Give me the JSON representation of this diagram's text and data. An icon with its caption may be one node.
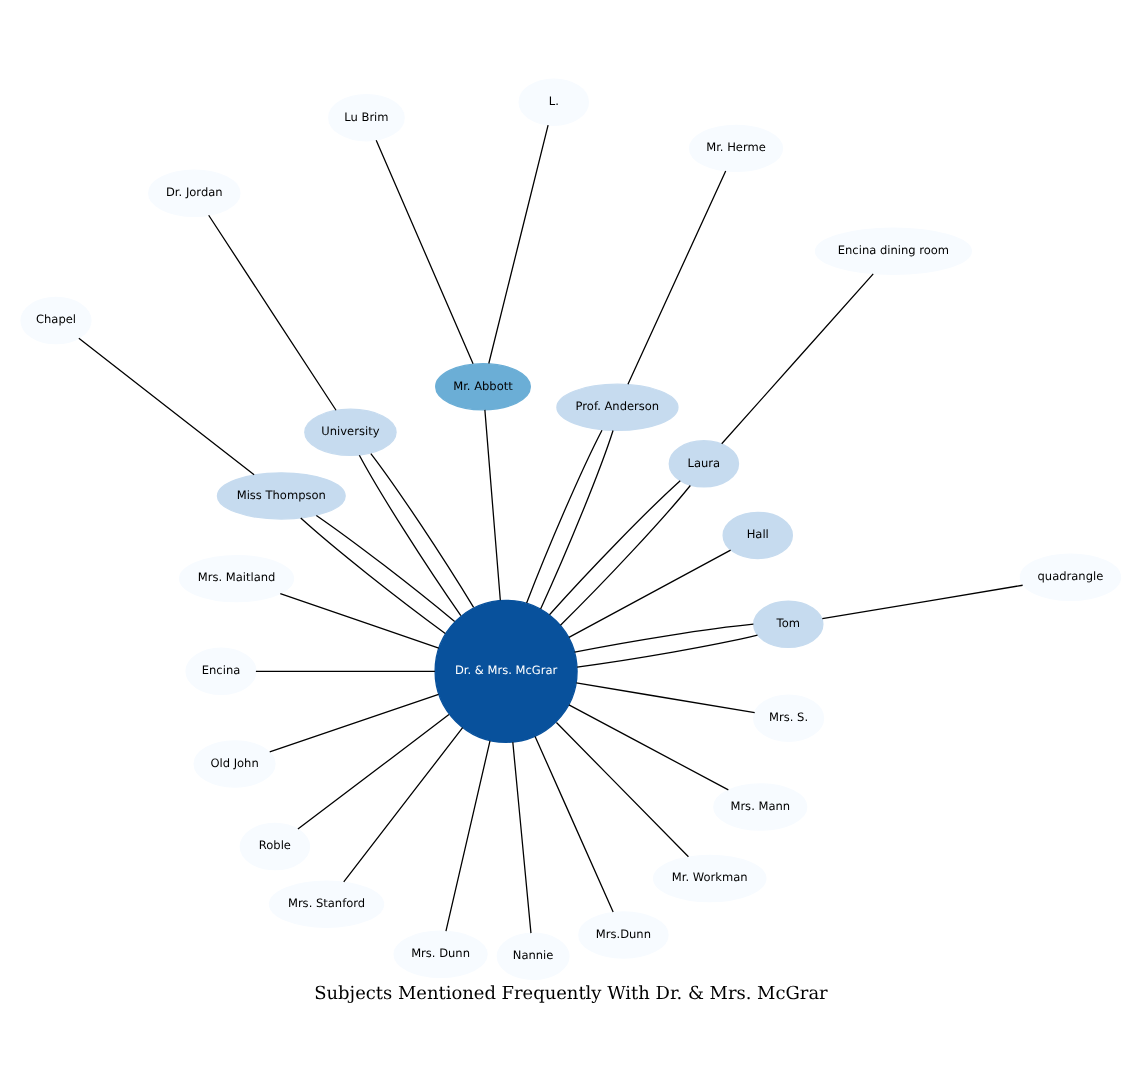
{
  "diagram": {
    "title": "Subjects Mentioned Frequently With Dr. & Mrs. McGrar",
    "nodes": [
      {
        "text": [
          "Dr. & Mrs. McGrar"
        ]
      },
      {
        "text": [
          "Tom"
        ]
      },
      {
        "text": [
          "Hall"
        ]
      },
      {
        "text": [
          "Laura"
        ]
      },
      {
        "text": [
          "Prof. Anderson"
        ]
      },
      {
        "text": [
          "Mr. Abbott"
        ]
      },
      {
        "text": [
          "University"
        ]
      },
      {
        "text": [
          "Miss Thompson"
        ]
      },
      {
        "text": [
          "Mrs. Maitland"
        ]
      },
      {
        "text": [
          "quadrangle"
        ]
      },
      {
        "text": [
          "Encina"
        ]
      },
      {
        "text": [
          "Old John"
        ]
      },
      {
        "text": [
          "Roble"
        ]
      },
      {
        "text": [
          "Mrs. Stanford"
        ]
      },
      {
        "text": [
          "Mrs. Dunn"
        ]
      },
      {
        "text": [
          "Nannie"
        ]
      },
      {
        "text": [
          "Encina dining room"
        ]
      },
      {
        "text": [
          "Mrs.Dunn"
        ]
      },
      {
        "text": [
          "Mr. Workman"
        ]
      },
      {
        "text": [
          "Mr. Herme"
        ]
      },
      {
        "text": [
          "Chapel"
        ]
      },
      {
        "text": [
          "L."
        ]
      },
      {
        "text": [
          "Mrs. Mann"
        ]
      },
      {
        "text": [
          "Lu Brim"
        ]
      },
      {
        "text": [
          "Mrs. S."
        ]
      },
      {
        "text": [
          "Dr. Jordan"
        ]
      }
    ],
    "edges": [
      {
        "from": 0,
        "to": 1,
        "arrow": "none"
      },
      {
        "from": 0,
        "to": 1,
        "arrow": "none"
      },
      {
        "from": 0,
        "to": 2,
        "arrow": "none"
      },
      {
        "from": 0,
        "to": 3,
        "arrow": "none"
      },
      {
        "from": 0,
        "to": 3,
        "arrow": "none"
      },
      {
        "from": 0,
        "to": 4,
        "arrow": "none"
      },
      {
        "from": 0,
        "to": 4,
        "arrow": "none"
      },
      {
        "from": 0,
        "to": 5,
        "arrow": "none"
      },
      {
        "from": 0,
        "to": 6,
        "arrow": "none"
      },
      {
        "from": 0,
        "to": 6,
        "arrow": "none"
      },
      {
        "from": 0,
        "to": 7,
        "arrow": "none"
      },
      {
        "from": 0,
        "to": 7,
        "arrow": "none"
      },
      {
        "from": 0,
        "to": 8,
        "arrow": "none"
      },
      {
        "from": 1,
        "to": 9,
        "arrow": "none"
      },
      {
        "from": 0,
        "to": 10,
        "arrow": "none"
      },
      {
        "from": 0,
        "to": 11,
        "arrow": "none"
      },
      {
        "from": 0,
        "to": 12,
        "arrow": "none"
      },
      {
        "from": 0,
        "to": 13,
        "arrow": "none"
      },
      {
        "from": 0,
        "to": 14,
        "arrow": "none"
      },
      {
        "from": 0,
        "to": 15,
        "arrow": "none"
      },
      {
        "from": 3,
        "to": 16,
        "arrow": "none"
      },
      {
        "from": 0,
        "to": 17,
        "arrow": "none"
      },
      {
        "from": 0,
        "to": 18,
        "arrow": "none"
      },
      {
        "from": 4,
        "to": 19,
        "arrow": "none"
      },
      {
        "from": 7,
        "to": 20,
        "arrow": "none"
      },
      {
        "from": 5,
        "to": 21,
        "arrow": "none"
      },
      {
        "from": 0,
        "to": 22,
        "arrow": "none"
      },
      {
        "from": 5,
        "to": 23,
        "arrow": "none"
      },
      {
        "from": 0,
        "to": 24,
        "arrow": "none"
      },
      {
        "from": 6,
        "to": 25,
        "arrow": "none"
      }
    ]
  }
}
